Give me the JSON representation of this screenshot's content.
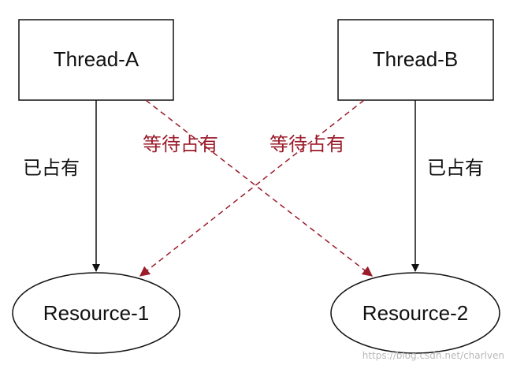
{
  "nodes": {
    "thread_a": "Thread-A",
    "thread_b": "Thread-B",
    "resource_1": "Resource-1",
    "resource_2": "Resource-2"
  },
  "edges": {
    "a_holds_label": "已占有",
    "b_holds_label": "已占有",
    "a_waits_label": "等待占有",
    "b_waits_label": "等待占有"
  },
  "watermark": "https://blog.csdn.net/charlven",
  "colors": {
    "hold_edge": "#111111",
    "wait_edge": "#9b1c2a",
    "node_stroke": "#111111"
  }
}
